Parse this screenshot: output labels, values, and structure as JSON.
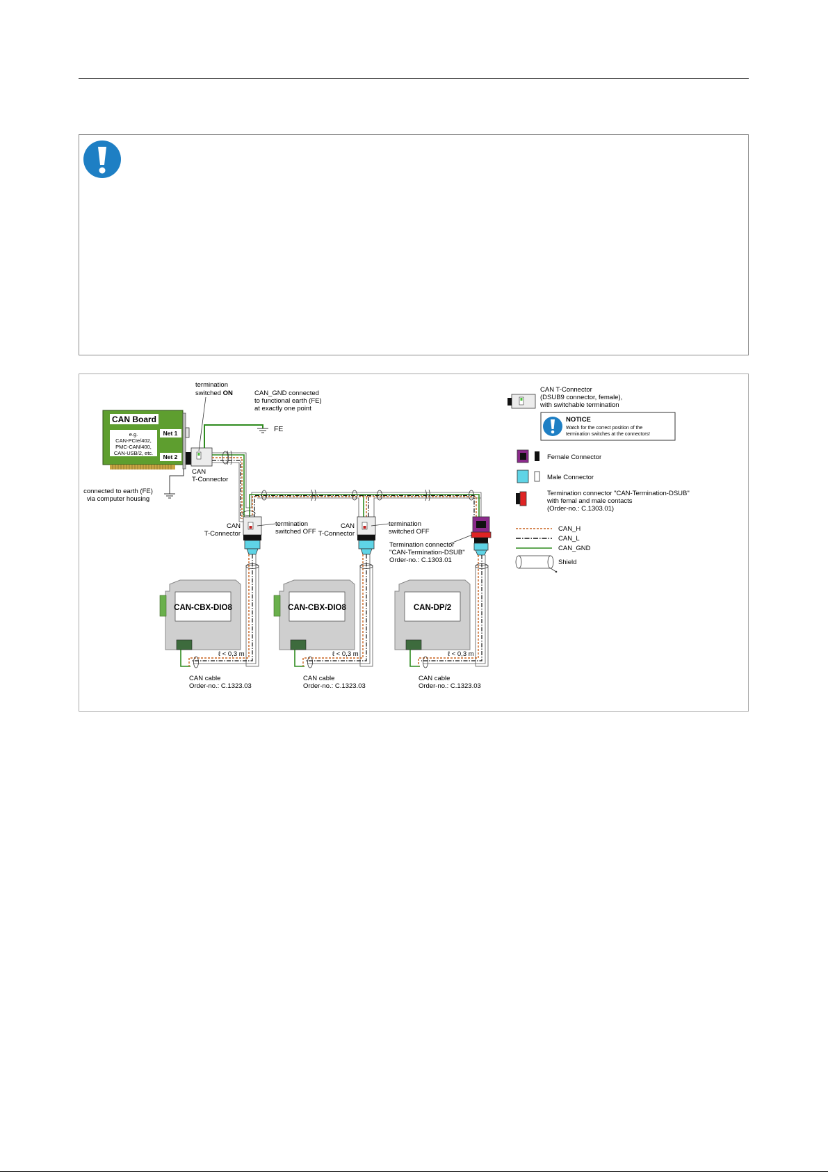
{
  "notice_icon": "exclamation-circle-icon",
  "colors": {
    "notice_blue": "#1e7fc4",
    "board_green": "#5e9e2f",
    "male_connector": "#5fd4e6",
    "female_connector": "#8b2a8b",
    "termination_red": "#e02424",
    "can_h": "#c8621e",
    "can_gnd": "#2e8b1e"
  },
  "diagram": {
    "board": {
      "title": "CAN Board",
      "note_lines": [
        "e.g.",
        "CAN-PCIe/402,",
        "PMC-CAN/400,",
        "CAN-USB/2, etc."
      ],
      "net1": "Net 1",
      "net2": "Net 2"
    },
    "term_on": {
      "line1": "termination",
      "line2": "switched ",
      "line2_bold": "ON"
    },
    "can_gnd_note": [
      "CAN_GND connected",
      "to functional earth (FE)",
      "at exactly one point"
    ],
    "fe_label": "FE",
    "earth_note": [
      "connected to earth (FE)",
      "via computer housing"
    ],
    "t_connector_label": [
      "CAN",
      "T-Connector"
    ],
    "term_off": [
      "termination",
      "switched OFF"
    ],
    "term_connector_note": [
      "Termination connector",
      "\"CAN-Termination-DSUB\"",
      "Order-no.: C.1303.01"
    ],
    "modules": [
      {
        "name": "CAN-CBX-DIO8",
        "length": "ℓ < 0,3 m",
        "cable": "CAN cable",
        "order": "Order-no.: C.1323.03"
      },
      {
        "name": "CAN-CBX-DIO8",
        "length": "ℓ < 0,3 m",
        "cable": "CAN cable",
        "order": "Order-no.: C.1323.03"
      },
      {
        "name": "CAN-DP/2",
        "length": "ℓ < 0,3 m",
        "cable": "CAN cable",
        "order": "Order-no.: C.1323.03"
      }
    ],
    "legend": {
      "t_connector": [
        "CAN T-Connector",
        "(DSUB9 connector, female),",
        "with switchable termination"
      ],
      "notice_title": "NOTICE",
      "notice_text": [
        "Watch for the correct position of the",
        "termination switches at the connectors!"
      ],
      "female": "Female Connector",
      "male": "Male Connector",
      "termination": [
        "Termination connector \"CAN-Termination-DSUB\"",
        "with femal and male contacts",
        "(Order-no.: C.1303.01)"
      ],
      "can_h": "CAN_H",
      "can_l": "CAN_L",
      "can_gnd": "CAN_GND",
      "shield": "Shield"
    }
  }
}
